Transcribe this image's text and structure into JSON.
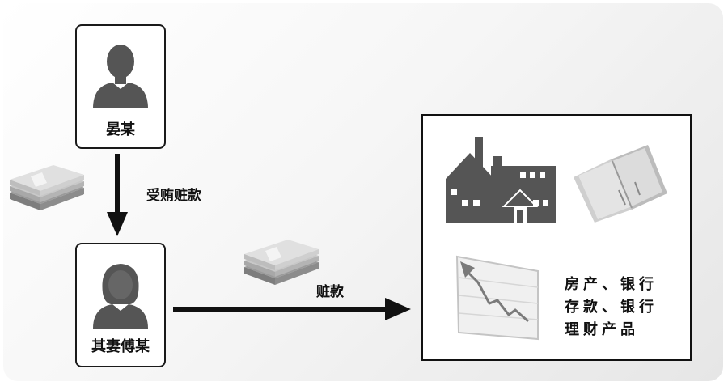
{
  "persons": {
    "official": {
      "name": "晏某",
      "icon": "male-avatar-icon"
    },
    "wife": {
      "name": "其妻傅某",
      "icon": "female-avatar-icon"
    }
  },
  "flows": {
    "bribe_label": "受贿赃款",
    "transfer_label": "赃款"
  },
  "assets": {
    "lines": [
      "房产、银行",
      "存款、银行",
      "理财产品"
    ],
    "icons": [
      "house-icon",
      "bankbook-icon",
      "rising-chart-icon"
    ]
  },
  "money_icon": "cash-bundle-icon",
  "colors": {
    "dark": "#555555",
    "border": "#111111",
    "arrow": "#111111"
  }
}
